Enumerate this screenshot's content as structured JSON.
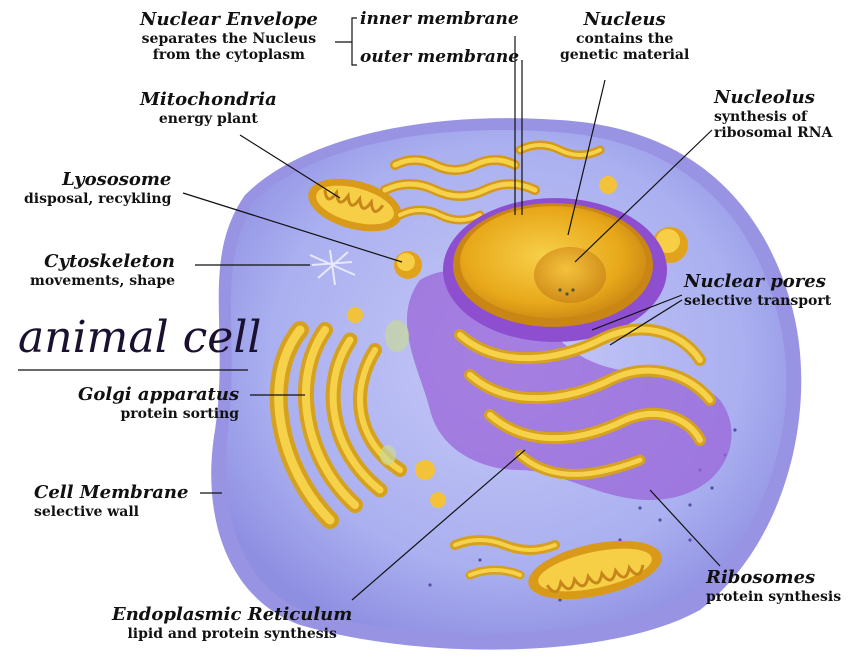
{
  "title": "animal cell",
  "labels": {
    "nuclear_envelope": {
      "title": "Nuclear Envelope",
      "desc1": "separates the Nucleus",
      "desc2": "from the cytoplasm"
    },
    "inner_membrane": "inner membrane",
    "outer_membrane": "outer membrane",
    "nucleus": {
      "title": "Nucleus",
      "desc1": "contains the",
      "desc2": "genetic material"
    },
    "mitochondria": {
      "title": "Mitochondria",
      "desc1": "energy plant"
    },
    "nucleolus": {
      "title": "Nucleolus",
      "desc1": "synthesis of",
      "desc2": "ribosomal RNA"
    },
    "lysosome": {
      "title": "Lyososome",
      "desc1": "disposal, recykling"
    },
    "cytoskeleton": {
      "title": "Cytoskeleton",
      "desc1": "movements, shape"
    },
    "nuclear_pores": {
      "title": "Nuclear pores",
      "desc1": "selective transport"
    },
    "golgi": {
      "title": "Golgi apparatus",
      "desc1": "protein sorting"
    },
    "cell_membrane": {
      "title": "Cell Membrane",
      "desc1": "selective wall"
    },
    "ribosomes": {
      "title": "Ribosomes",
      "desc1": "protein synthesis"
    },
    "er": {
      "title": "Endoplasmic Reticulum",
      "desc1": "lipid and protein synthesis"
    }
  },
  "colors": {
    "cytoplasm": "#aab0f0",
    "membrane": "#8c88e0",
    "nucleus": "#e8a81a",
    "er": "#f1b52b",
    "purple_er": "#9a66d8"
  }
}
